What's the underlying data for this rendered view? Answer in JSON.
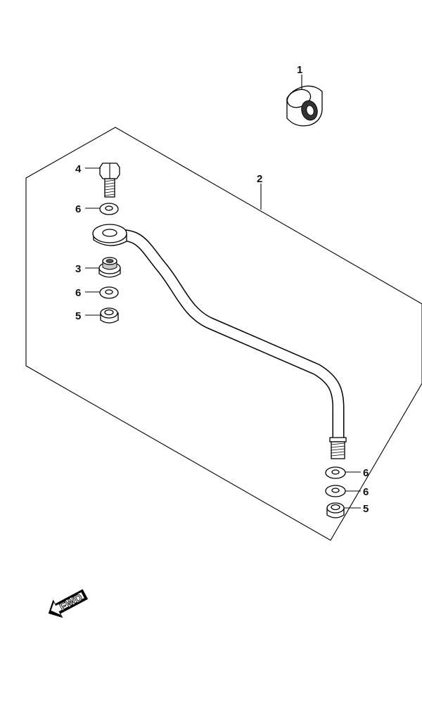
{
  "callouts": [
    {
      "id": "c1",
      "label": "1"
    },
    {
      "id": "c2",
      "label": "2"
    },
    {
      "id": "c4",
      "label": "4"
    },
    {
      "id": "c6a",
      "label": "6"
    },
    {
      "id": "c3",
      "label": "3"
    },
    {
      "id": "c6b",
      "label": "6"
    },
    {
      "id": "c5a",
      "label": "5"
    },
    {
      "id": "c6c",
      "label": "6"
    },
    {
      "id": "c6d",
      "label": "6"
    },
    {
      "id": "c5b",
      "label": "5"
    }
  ],
  "fwd_label": "FWD"
}
